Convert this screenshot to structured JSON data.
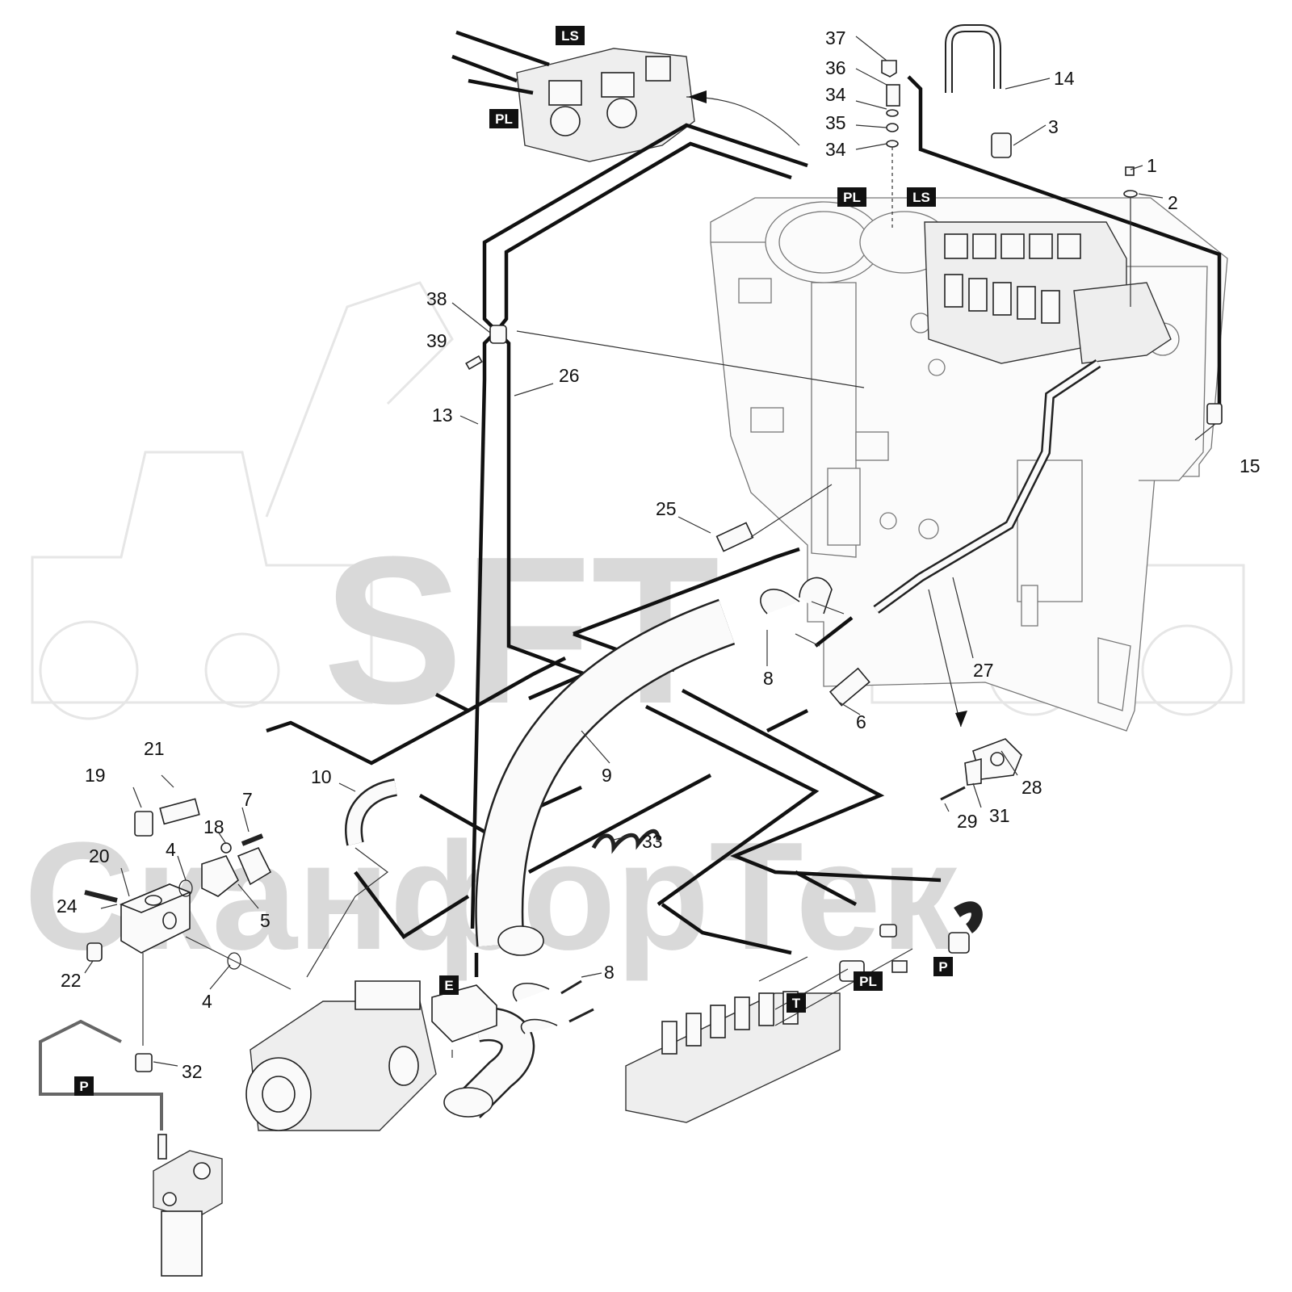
{
  "watermark": {
    "brand": "SFT",
    "company": "СканфорТек"
  },
  "colors": {
    "ink": "#111111",
    "tag_bg": "#111111",
    "tag_text": "#ffffff",
    "watermark": "#d9d9d9"
  },
  "callouts": [
    "1",
    "2",
    "3",
    "4",
    "4",
    "5",
    "6",
    "7",
    "8",
    "8",
    "9",
    "10",
    "13",
    "14",
    "15",
    "18",
    "19",
    "20",
    "21",
    "22",
    "24",
    "25",
    "26",
    "27",
    "28",
    "29",
    "31",
    "32",
    "33",
    "34",
    "34",
    "35",
    "36",
    "37",
    "38",
    "39"
  ],
  "tags": [
    "LS",
    "PL",
    "PL",
    "LS",
    "E",
    "T",
    "PL",
    "P",
    "P"
  ]
}
